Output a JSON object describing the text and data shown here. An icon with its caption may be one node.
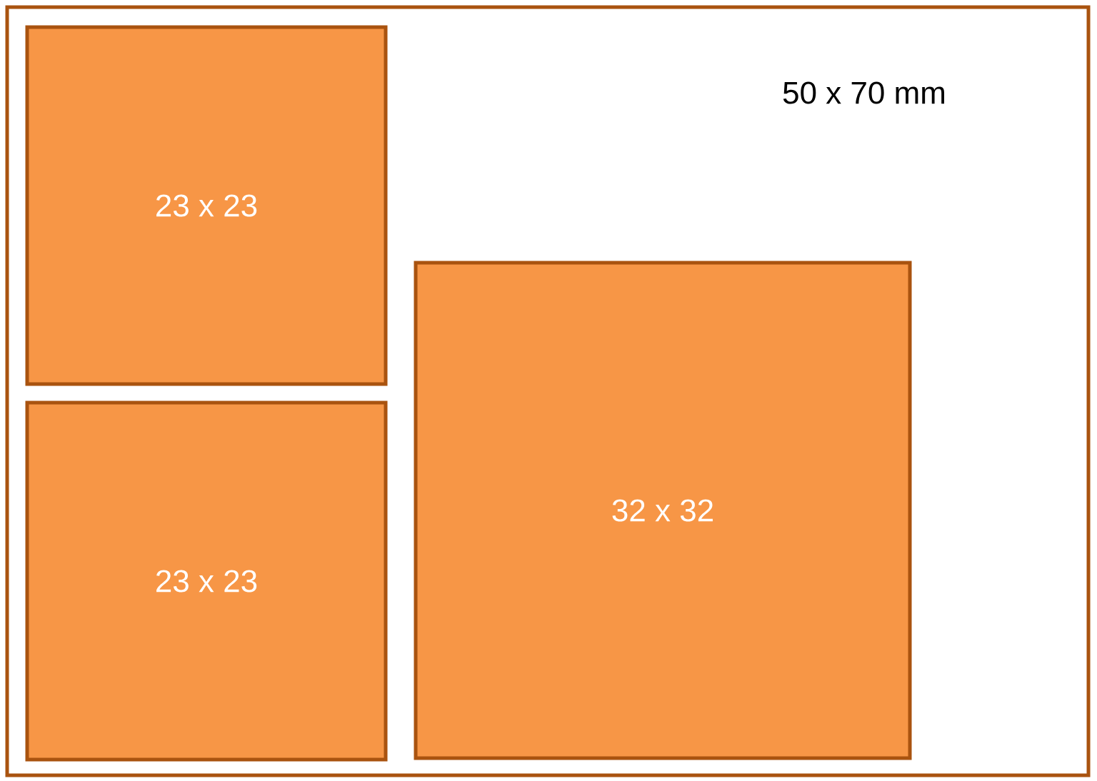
{
  "diagram": {
    "nodes": [
      {
        "text": [
          "50 x 70 mm"
        ]
      },
      {
        "text": [
          "23 x 23"
        ],
        "in": 0
      },
      {
        "text": [
          "23 x 23"
        ],
        "in": 0
      },
      {
        "text": [
          "32 x 32"
        ],
        "in": 0
      }
    ]
  }
}
